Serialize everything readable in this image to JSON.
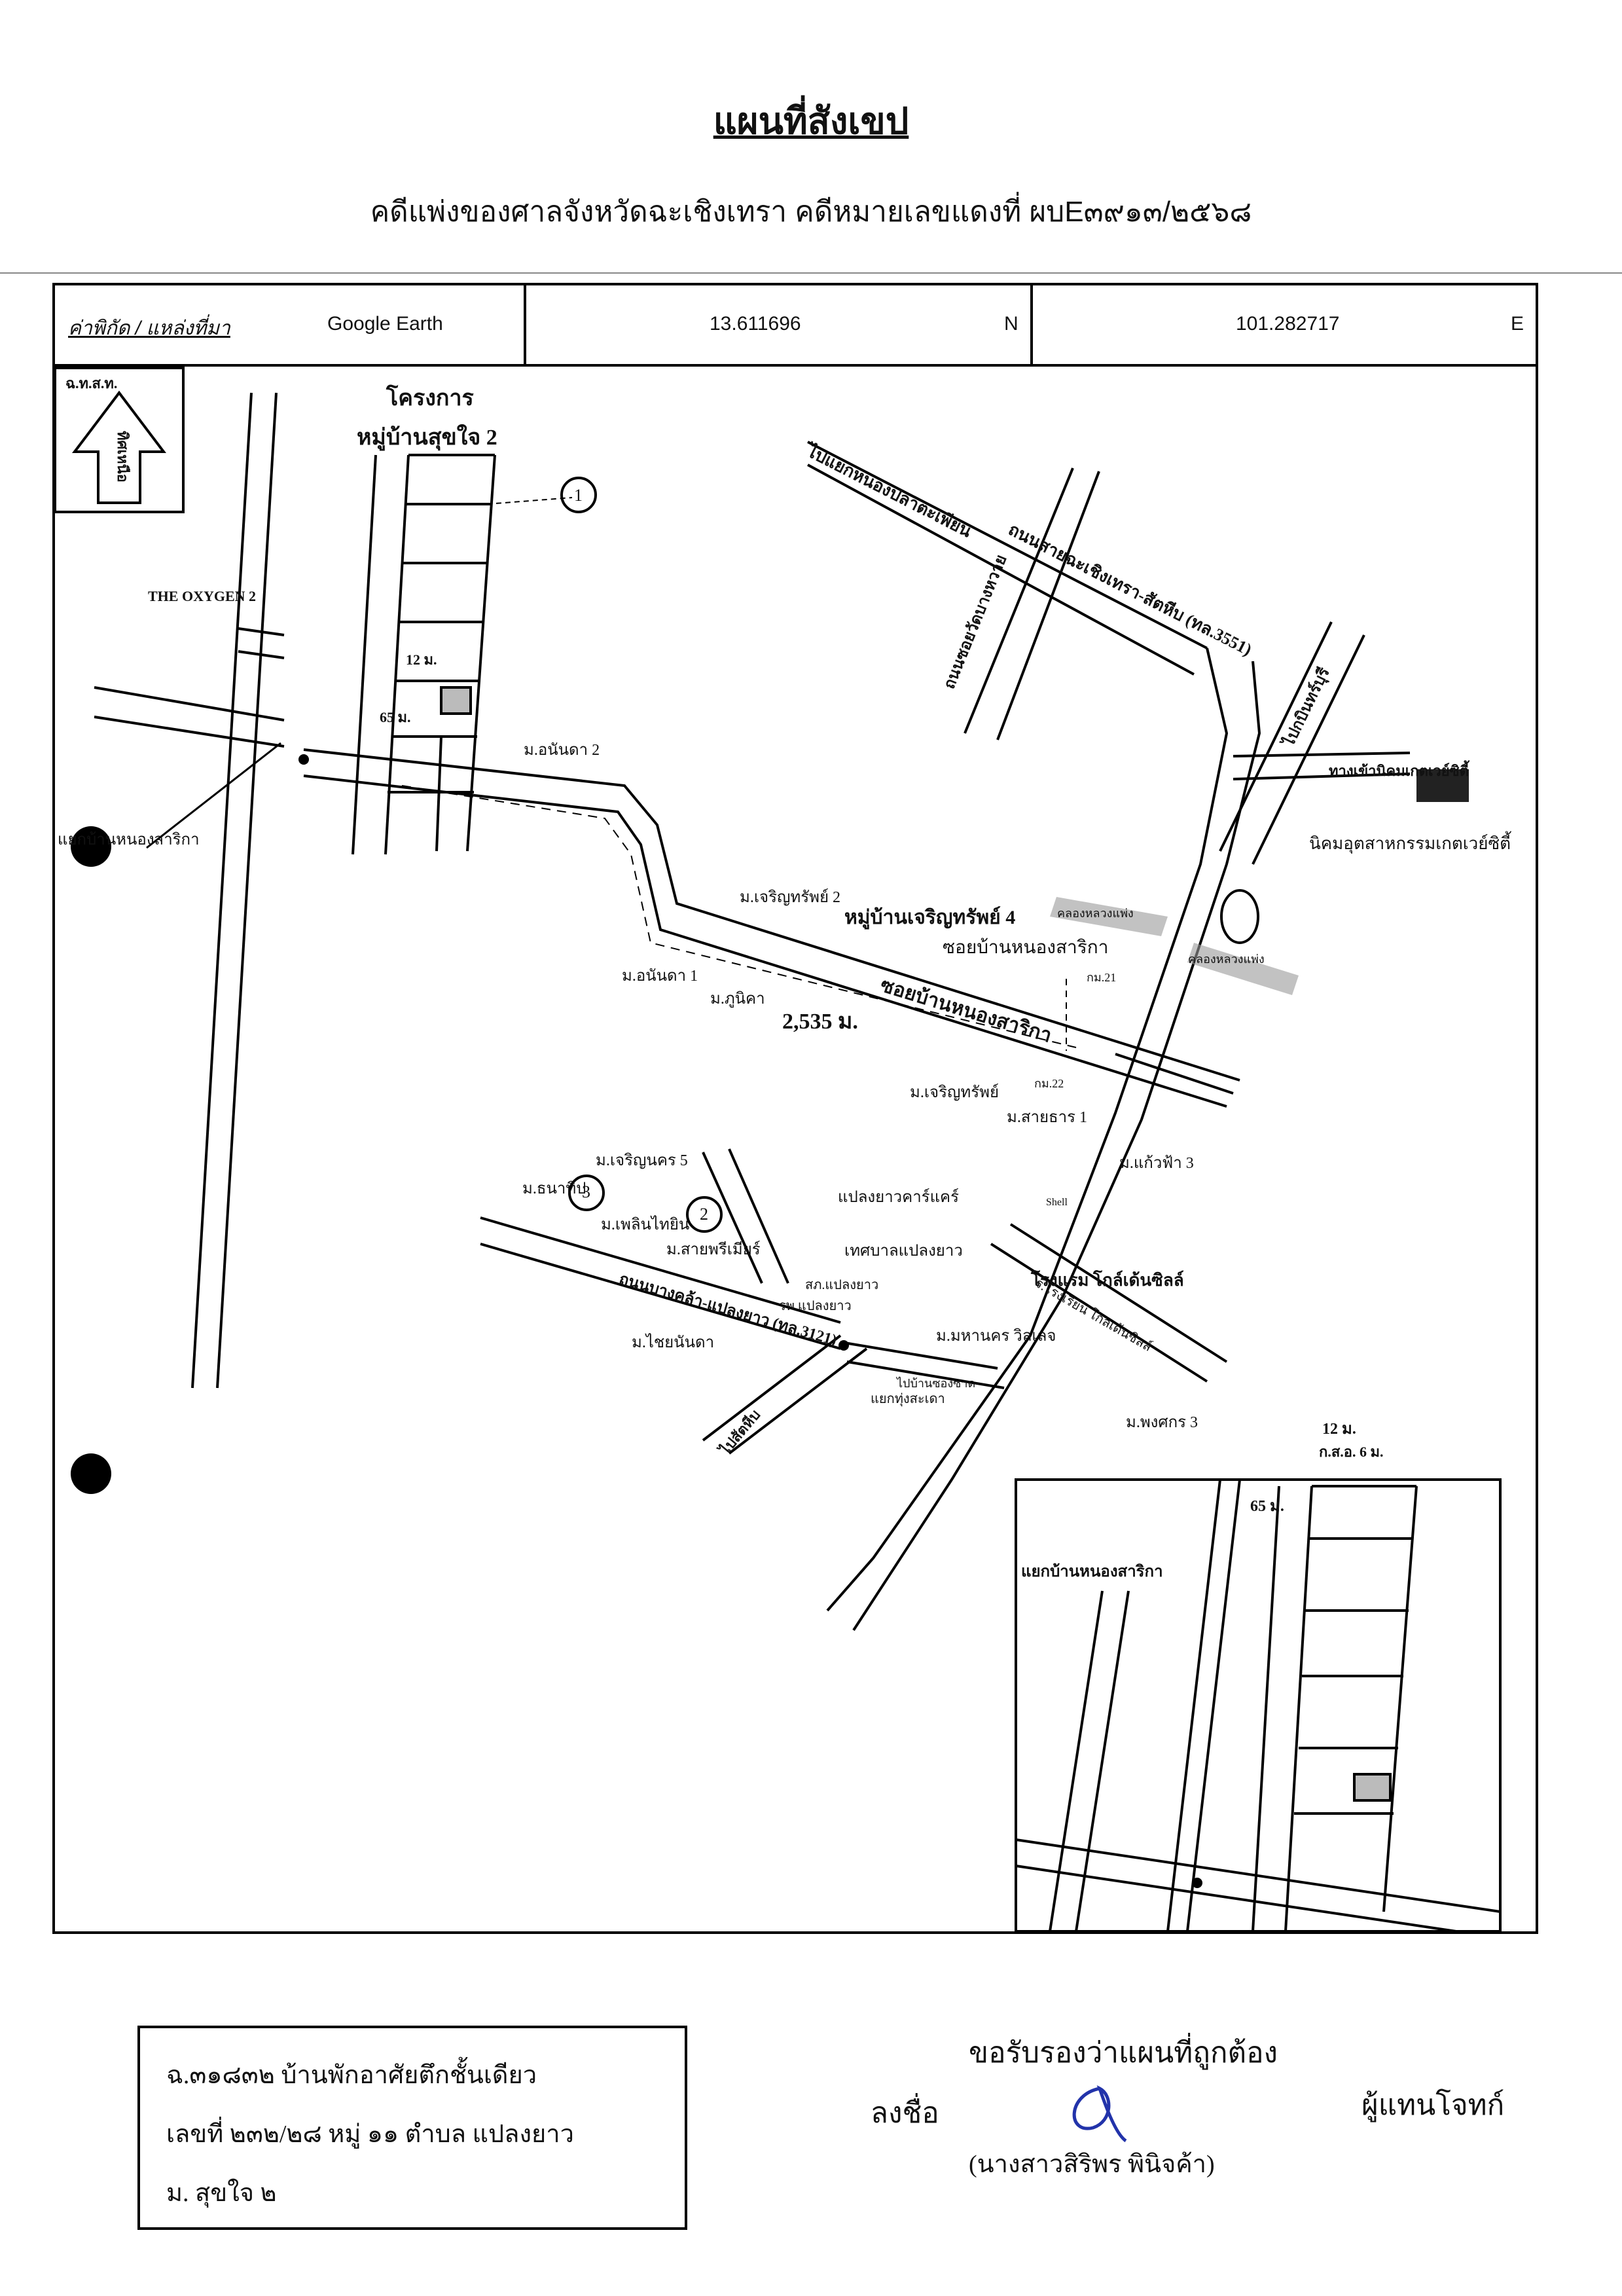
{
  "header": {
    "title": "แผนที่สังเขป",
    "subtitle": "คดีแพ่งของศาลจังหวัดฉะเชิงเทรา  คดีหมายเลขแดงที่  ผบE๓๙๑๓/๒๕๖๘"
  },
  "info_row": {
    "label": "ค่าพิกัด / แหล่งที่มา",
    "source": "Google Earth",
    "latitude": "13.611696",
    "lat_dir": "N",
    "longitude": "101.282717",
    "lon_dir": "E"
  },
  "compass": {
    "text": "ทิศเหนือ",
    "top_code": "ฉ.ท.ส.ท."
  },
  "map_labels": {
    "project": "โครงการ",
    "project_name": "หมู่บ้านสุขใจ 2",
    "oxygen": "THE OXYGEN 2",
    "anancha2": "ม.อนันดา 2",
    "anancha1": "ม.อนันดา 1",
    "junction_nongsarika": "แยกบ้านหนองสาริกา",
    "charoensap2": "ม.เจริญทรัพย์ 2",
    "charoensap4": "หมู่บ้านเจริญทรัพย์ 4",
    "soi_nongsarika": "ซอยบ้านหนองสาริกา",
    "road_nongsarika": "ซอยบ้านหนองสาริกา",
    "phunika": "ม.ภูนิคา",
    "distance": "2,535 ม.",
    "charoensap": "ม.เจริญทรัพย์",
    "saithara1": "ม.สายธาร 1",
    "kaewfa3": "ม.แก้วฟ้า 3",
    "road_top": "ไปแยกหนองปลาตะเพียน",
    "road_main": "ถนนสายฉะเชิงเทรา-สัตหีบ (ทล.3551)",
    "road_wat": "ถนนซอยวัดบางหวาย",
    "road_kabin": "ไปกบินทร์บุรี",
    "road_industrial": "ทางเข้านิคมเกตเวย์ซิตี้",
    "industrial": "นิคมอุตสาหกรรมเกตเวย์ซิตี้",
    "canal1": "คลองหลวงแพ่ง",
    "canal2": "คลองหลวงแพ่ง",
    "km1": "กม.21",
    "km2": "กม.22",
    "charoennakhon5": "ม.เจริญนคร 5",
    "thanathip": "ม.ธนาทิป",
    "thoenthin": "ม.เพลินไทยิน",
    "saiphayom": "ม.สายพรีเมียร์",
    "plaengyao_car": "แปลงยาวคาร์แคร์",
    "municipality": "เทศบาลแปลงยาว",
    "police": "สภ.แปลงยาว",
    "hospital": "รพ.แปลงยาว",
    "road_bangkla": "ถนนบางคล้า-แปลงยาว (ทล.3121)",
    "chaiyanan": "ม.ไชยนันดา",
    "sattahip": "ไปสัตหีบ",
    "junction_thungsala": "แยกทุ่งสะเดา",
    "hotel": "โรงแรม โกล์เด้นซิลล์",
    "mahanakhon": "ม.มหานคร วิลเลจ",
    "phongsakon3": "ม.พงศกร 3",
    "road_school": "ร.โรงเรียน โกลเด้นซิลล์",
    "school": "ไปบ้านซองซาด",
    "shell": "Shell",
    "circle1": "1",
    "circle2": "2",
    "circle3": "3",
    "dist_12": "12 ม.",
    "dist_65": "65 ม.",
    "inset_12": "12 ม.",
    "inset_dist": "ก.ส.อ. 6 ม.",
    "inset_65": "65 ม.",
    "inset_junction": "แยกบ้านหนองสาริกา"
  },
  "bottom_box": {
    "line1": "ฉ.๓๑๘๓๒ บ้านพักอาศัยตึกชั้นเดียว",
    "line2": "เลขที่  ๒๓๒/๒๘  หมู่ ๑๑  ตำบล แปลงยาว",
    "line3": "ม. สุขใจ ๒"
  },
  "certification": {
    "statement": "ขอรับรองว่าแผนที่ถูกต้อง",
    "sign_label": "ลงชื่อ",
    "role": "ผู้แทนโจทก์",
    "name": "(นางสาวสิริพร  พินิจค้า)"
  }
}
